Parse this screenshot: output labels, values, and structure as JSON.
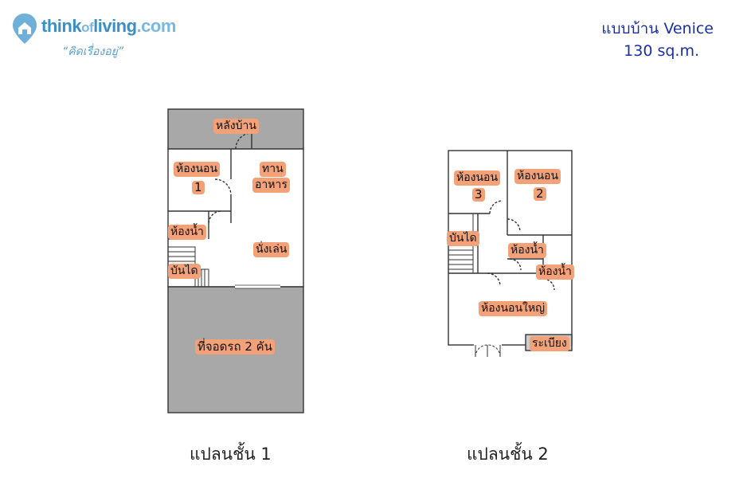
{
  "brand": {
    "name_part1": "think",
    "name_part2": "of",
    "name_part3": "living",
    "name_part4": ".com",
    "tagline": "“คิดเรื่องอยู่”",
    "colors": {
      "primary": "#3b8fc7",
      "accent": "#6fb0da"
    }
  },
  "house": {
    "model": "แบบบ้าน Venice",
    "area": "130 sq.m."
  },
  "floor1": {
    "caption": "แปลนชั้น 1",
    "rooms": {
      "backyard": "หลังบ้าน",
      "bedroom1_label": "ห้องนอน",
      "bedroom1_number": "1",
      "dining_line1": "ทาน",
      "dining_line2": "อาหาร",
      "bathroom": "ห้องน้ำ",
      "living": "นั่งเล่น",
      "stairs": "บันได",
      "parking": "ที่จอดรถ 2 คัน"
    }
  },
  "floor2": {
    "caption": "แปลนชั้น 2",
    "rooms": {
      "bedroom3_label": "ห้องนอน",
      "bedroom3_number": "3",
      "bedroom2_label": "ห้องนอน",
      "bedroom2_number": "2",
      "stairs": "บันได",
      "bathroom_a": "ห้องน้ำ",
      "bathroom_b": "ห้องน้ำ",
      "master_bedroom": "ห้องนอนใหญ่",
      "balcony": "ระเบียง"
    }
  },
  "colors": {
    "blue_title": "#1a2fa8",
    "room_label_bg": "#f2a178",
    "outdoor_fill": "#a8a8a8",
    "wall": "#333333"
  }
}
